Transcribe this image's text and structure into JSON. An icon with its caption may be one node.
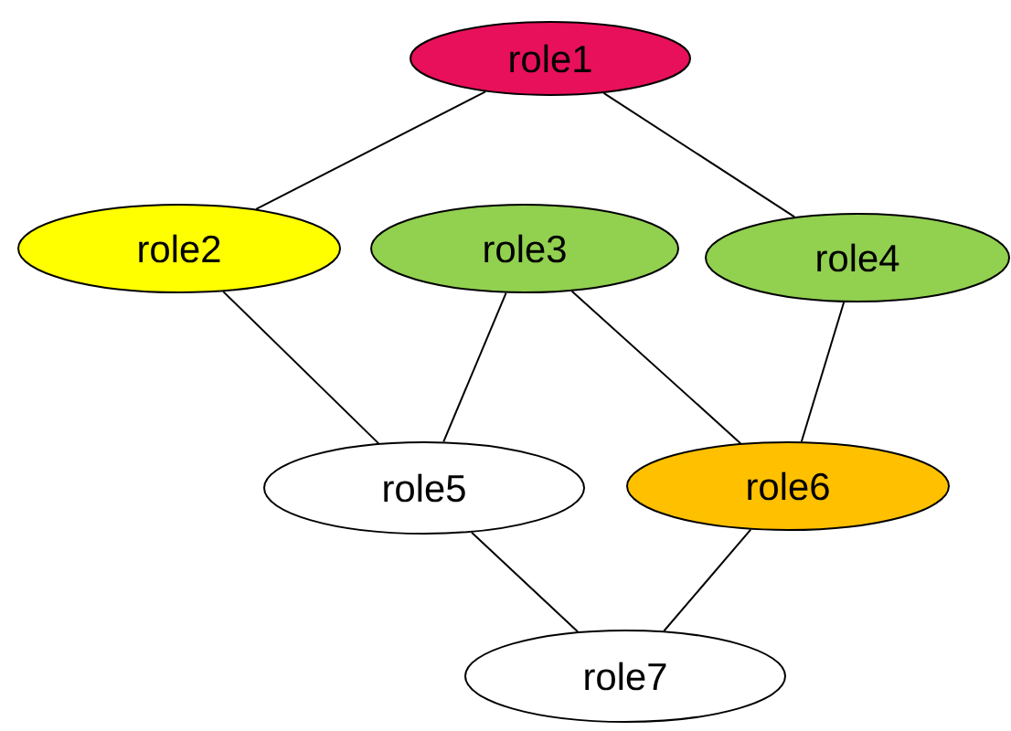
{
  "diagram": {
    "nodes": [
      {
        "text": [
          "role1"
        ]
      },
      {
        "text": [
          "role2"
        ]
      },
      {
        "text": [
          "role3"
        ]
      },
      {
        "text": [
          "role4"
        ]
      },
      {
        "text": [
          "role5"
        ]
      },
      {
        "text": [
          "role6"
        ]
      },
      {
        "text": [
          "role7"
        ]
      }
    ],
    "edges": [
      {
        "from": 0,
        "to": 1,
        "arrow": "none"
      },
      {
        "from": 0,
        "to": 3,
        "arrow": "none"
      },
      {
        "from": 1,
        "to": 4,
        "arrow": "none"
      },
      {
        "from": 2,
        "to": 4,
        "arrow": "none"
      },
      {
        "from": 2,
        "to": 5,
        "arrow": "none"
      },
      {
        "from": 3,
        "to": 5,
        "arrow": "none"
      },
      {
        "from": 4,
        "to": 6,
        "arrow": "none"
      },
      {
        "from": 5,
        "to": 6,
        "arrow": "none"
      }
    ]
  }
}
